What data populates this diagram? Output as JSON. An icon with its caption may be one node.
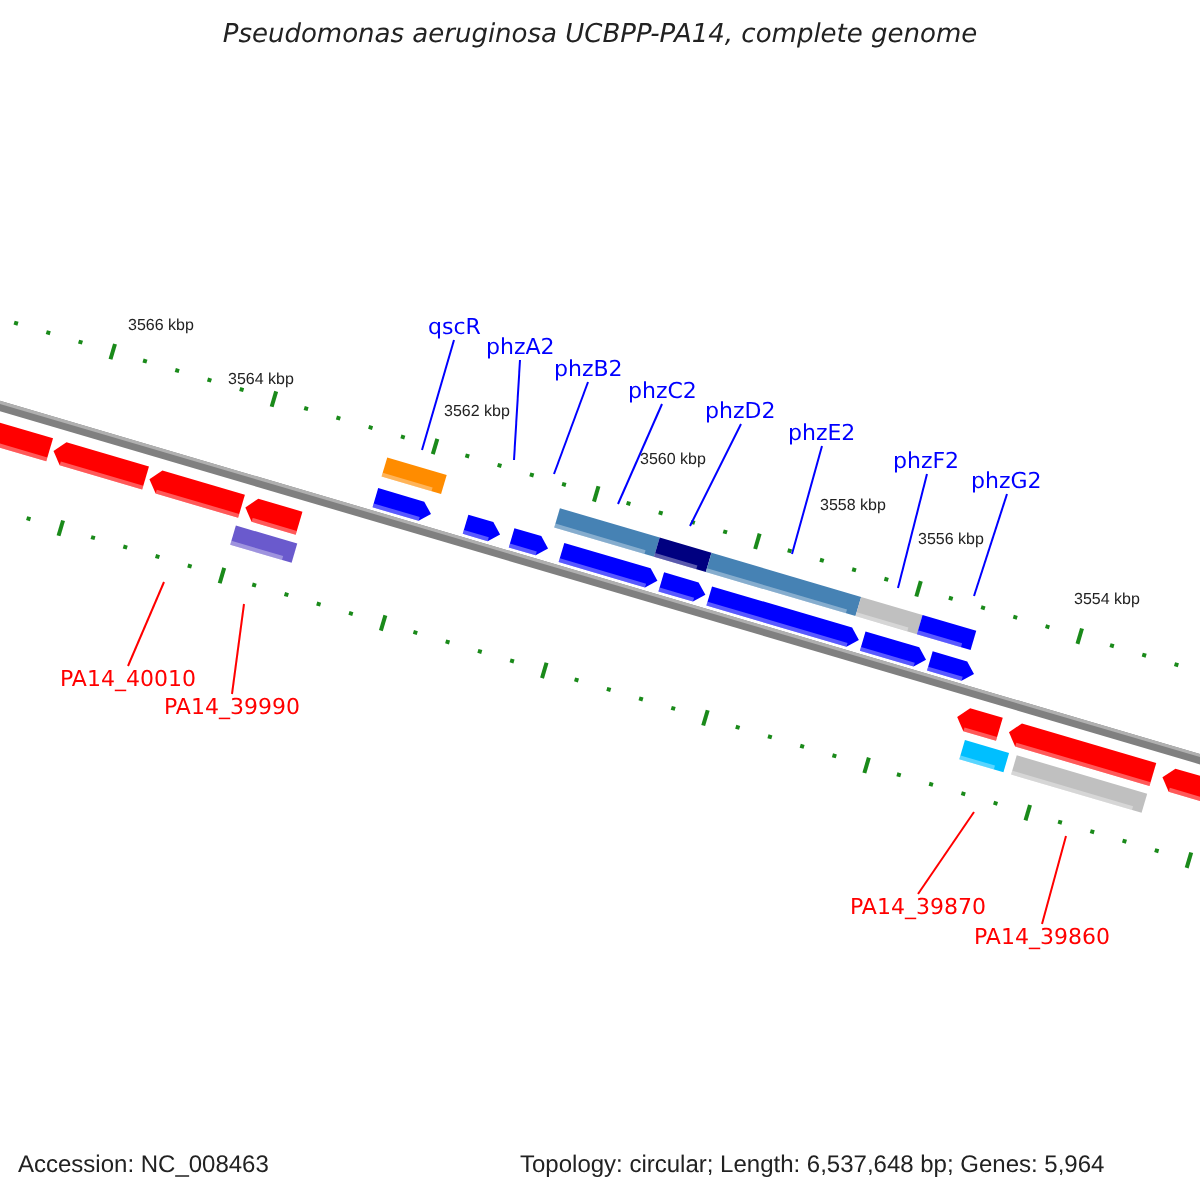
{
  "diagram": {
    "title": "Pseudomonas aeruginosa UCBPP-PA14, complete genome",
    "nodes": [
      {
        "text": [
          "qscR"
        ]
      },
      {
        "text": [
          "phzA2"
        ]
      },
      {
        "text": [
          "phzB2"
        ]
      },
      {
        "text": [
          "phzC2"
        ]
      },
      {
        "text": [
          "phzD2"
        ]
      },
      {
        "text": [
          "phzE2"
        ]
      },
      {
        "text": [
          "phzF2"
        ]
      },
      {
        "text": [
          "phzG2"
        ]
      },
      {
        "text": [
          "PA14_40010"
        ]
      },
      {
        "text": [
          "PA14_39990"
        ]
      },
      {
        "text": [
          "PA14_39870"
        ]
      },
      {
        "text": [
          "PA14_39860"
        ]
      }
    ],
    "edges": [
      {
        "from": 0,
        "to": null,
        "arrow": "none"
      },
      {
        "from": 1,
        "to": null,
        "arrow": "none"
      },
      {
        "from": 2,
        "to": null,
        "arrow": "none"
      },
      {
        "from": 3,
        "to": null,
        "arrow": "none"
      },
      {
        "from": 4,
        "to": null,
        "arrow": "none"
      },
      {
        "from": 5,
        "to": null,
        "arrow": "none"
      },
      {
        "from": 6,
        "to": null,
        "arrow": "none"
      },
      {
        "from": 7,
        "to": null,
        "arrow": "none"
      },
      {
        "from": 8,
        "to": null,
        "arrow": "none",
        "color": "#ff0000"
      },
      {
        "from": 9,
        "to": null,
        "arrow": "none",
        "color": "#ff0000"
      },
      {
        "from": 10,
        "to": null,
        "arrow": "none",
        "color": "#ff0000"
      },
      {
        "from": 11,
        "to": null,
        "arrow": "none",
        "color": "#ff0000"
      }
    ],
    "labels": [
      "3566 kbp",
      "3564 kbp",
      "3562 kbp",
      "3560 kbp",
      "3558 kbp",
      "3556 kbp",
      "3554 kbp",
      "Accession: NC_008463",
      "Topology: circular; Length: 6,537,648 bp; Genes: 5,964"
    ]
  }
}
